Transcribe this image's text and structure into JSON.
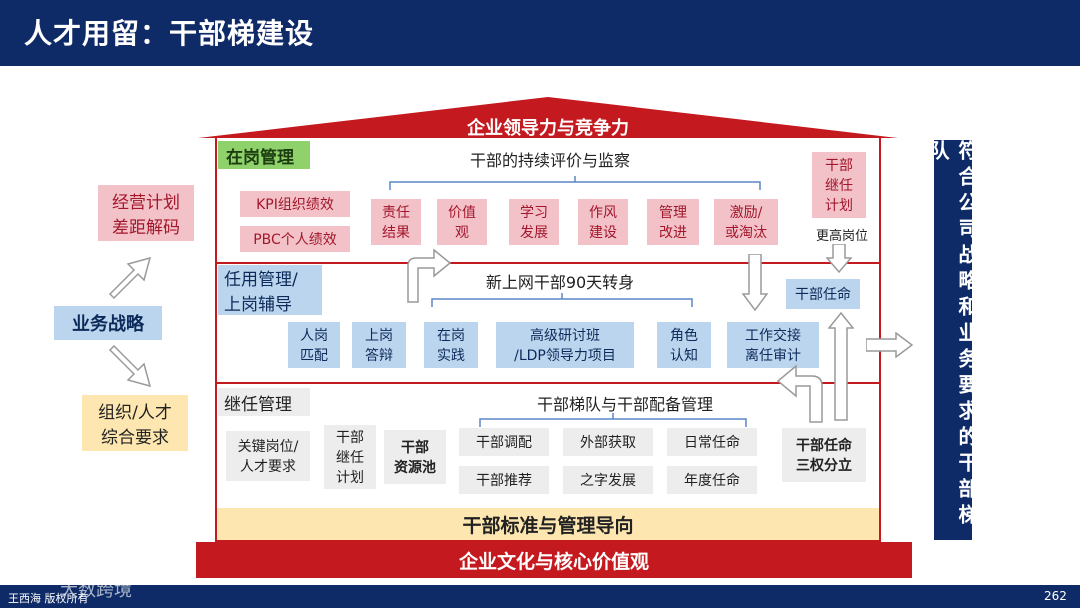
{
  "header": {
    "title": "人才用留：干部梯建设"
  },
  "roof": {
    "label": "企业领导力与竞争力"
  },
  "left": {
    "top_box": "经营计划\n差距解码",
    "middle_box": "业务战略",
    "bottom_box": "组织/人才\n综合要求"
  },
  "right_banner": "符合公司战略和业务要求的干部梯队",
  "floor1": {
    "title": "在岗管理",
    "subtitle": "干部的持续评价与监察",
    "kpi": [
      "KPI组织绩效",
      "PBC个人绩效"
    ],
    "items": [
      "责任\n结果",
      "价值\n观",
      "学习\n发展",
      "作风\n建设",
      "管理\n改进",
      "激励/\n或淘汰"
    ],
    "succession_box": "干部\n继任\n计划",
    "promote": "更高岗位"
  },
  "floor2": {
    "title": "任用管理/\n上岗辅导",
    "subtitle": "新上网干部90天转身",
    "items": [
      "人岗\n匹配",
      "上岗\n答辩",
      "在岗\n实践",
      "高级研讨班\n/LDP领导力项目",
      "角色\n认知",
      "工作交接\n离任审计"
    ],
    "appoint": "干部任命"
  },
  "floor3": {
    "title": "继任管理",
    "subtitle": "干部梯队与干部配备管理",
    "key_post": "关键岗位/\n人才要求",
    "succ_plan": "干部\n继任\n计划",
    "pool": "干部\n资源池",
    "grid": [
      "干部调配",
      "外部获取",
      "日常任命",
      "干部推荐",
      "之字发展",
      "年度任命"
    ],
    "three_power": "干部任命\n三权分立"
  },
  "base1": "干部标准与管理导向",
  "base2": "企业文化与核心价值观",
  "footer": {
    "copyright": "王西海 版权所有",
    "page": "262",
    "watermark": "大数跨境"
  },
  "colors": {
    "header": "#0f2b67",
    "accent_red": "#c41a1f",
    "pink": "#f2c2c8",
    "blue": "#bcd5ee",
    "green": "#8fd16a"
  }
}
